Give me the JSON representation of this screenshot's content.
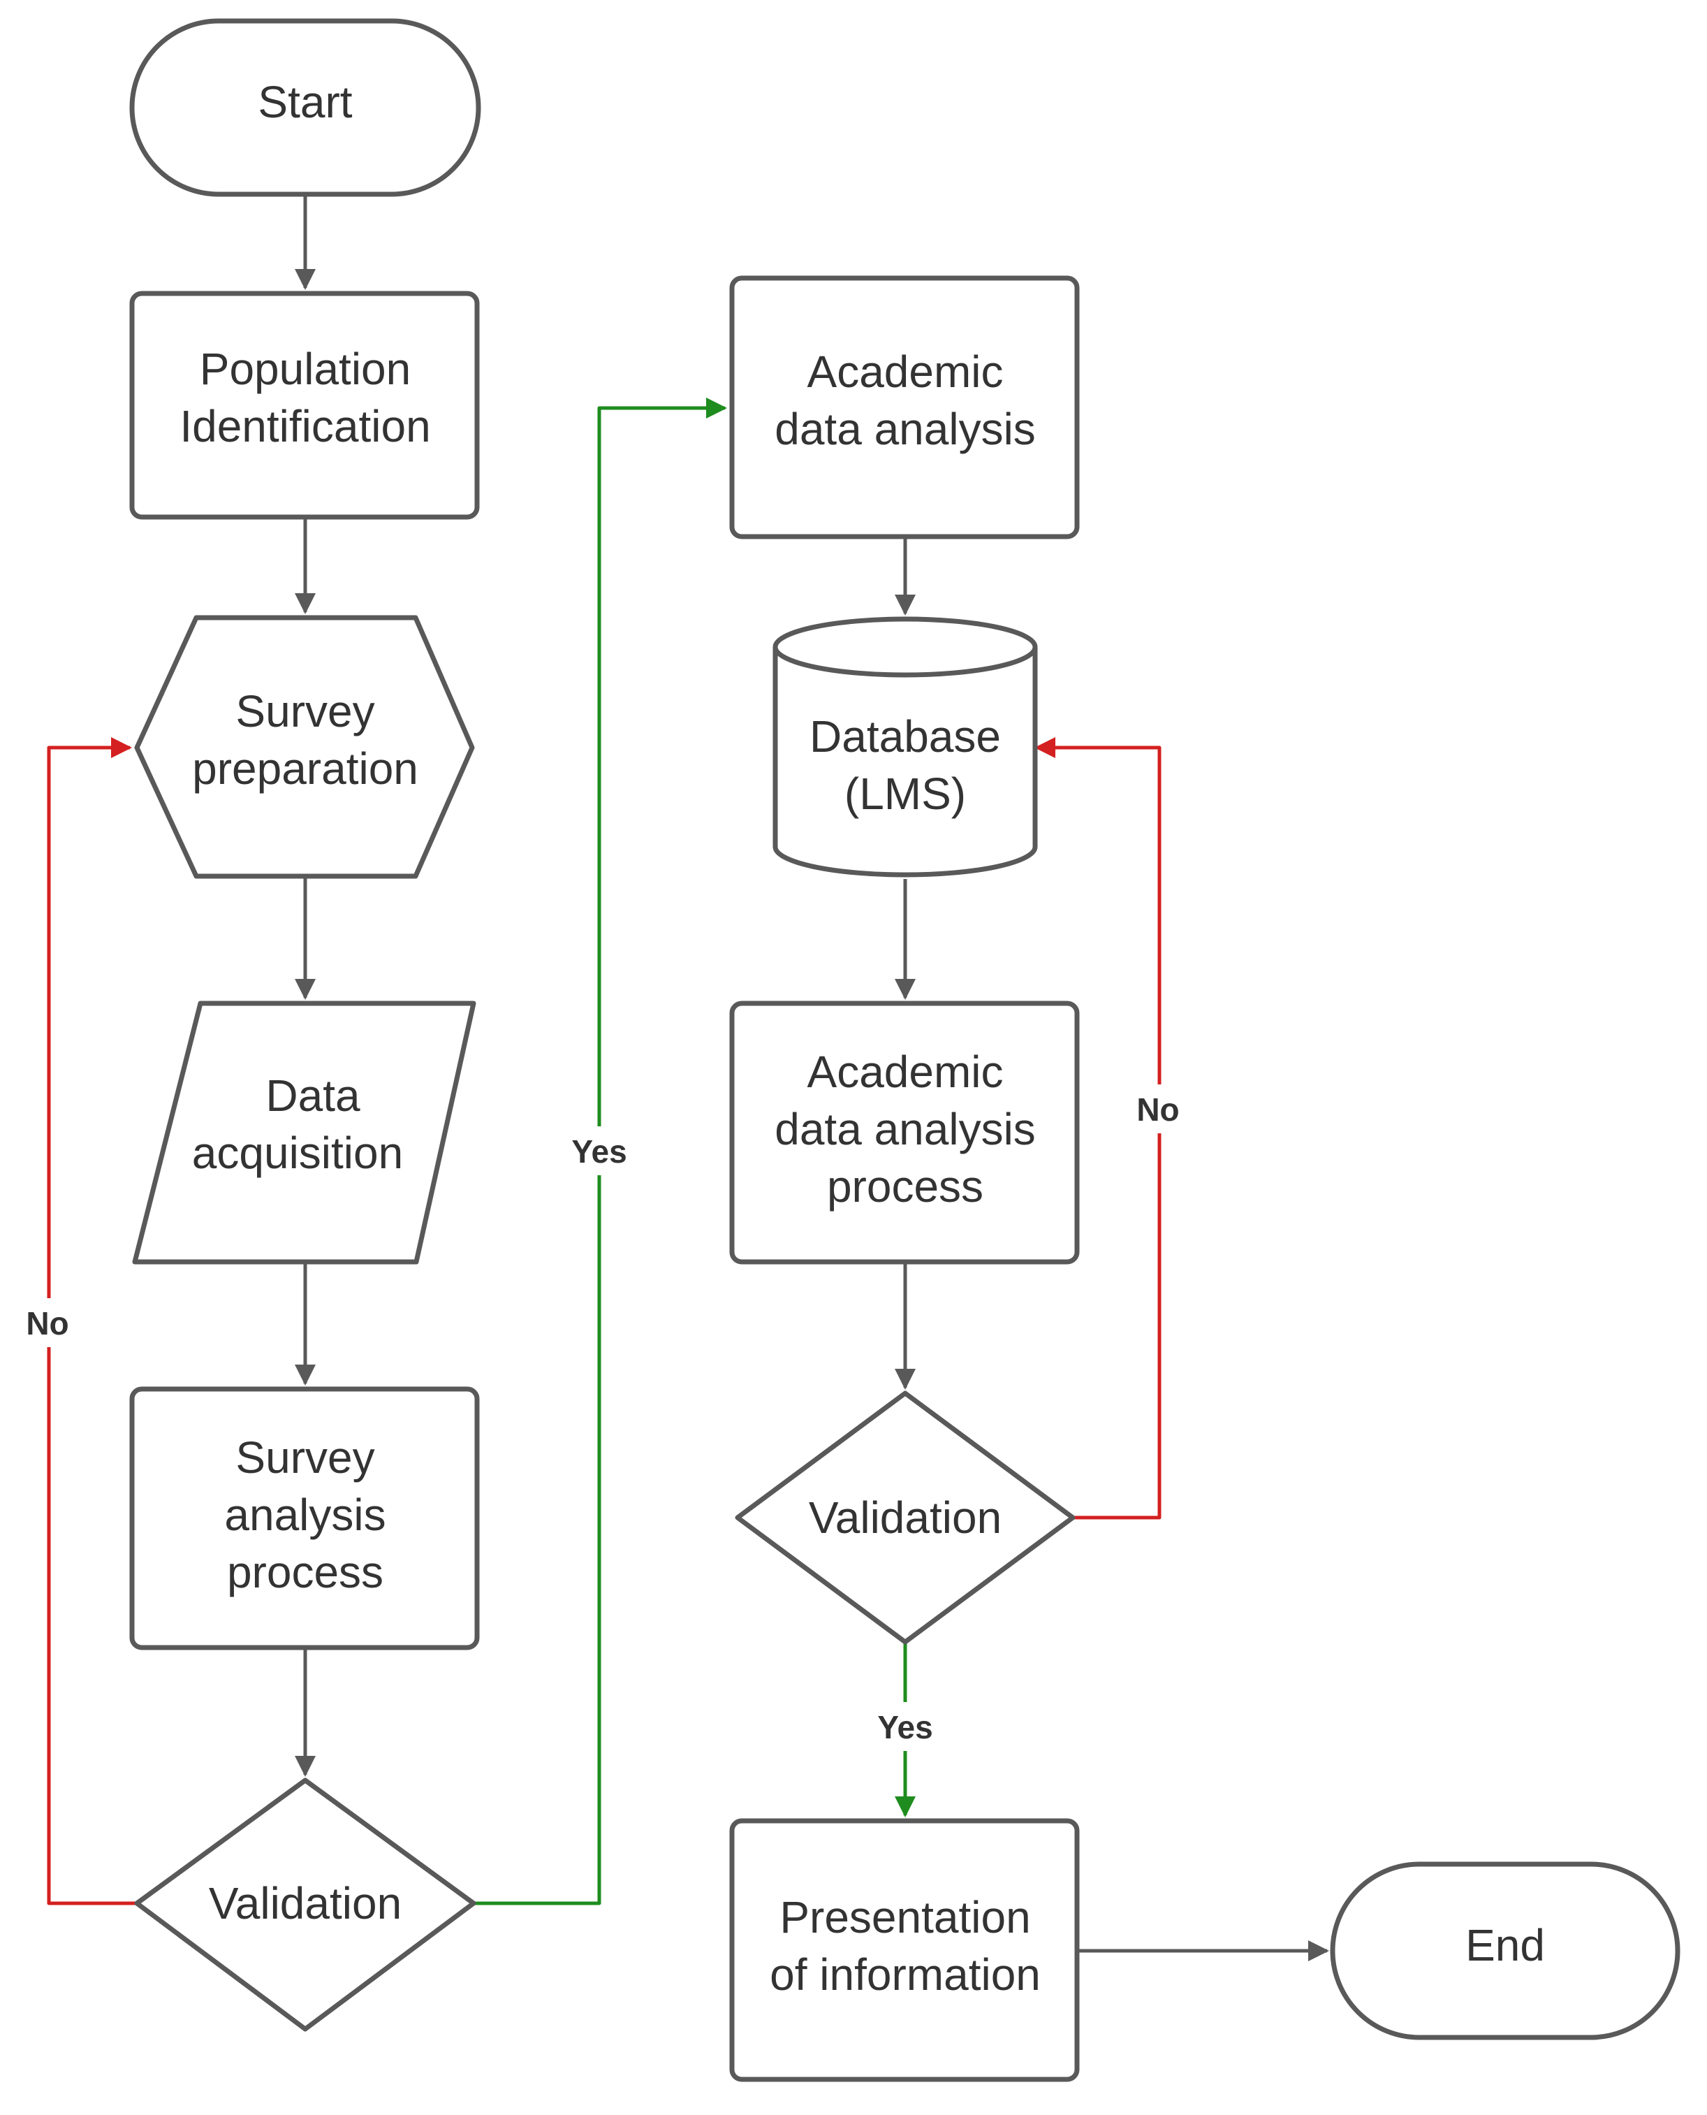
{
  "colors": {
    "shape_stroke": "#595959",
    "text": "#333333",
    "arrow_default": "#595959",
    "arrow_yes": "#1e8c1e",
    "arrow_no": "#d42020"
  },
  "nodes": {
    "start": "Start",
    "population_identification": [
      "Population",
      "Identification"
    ],
    "survey_preparation": [
      "Survey",
      "preparation"
    ],
    "data_acquisition": [
      "Data",
      "acquisition"
    ],
    "survey_analysis_process": [
      "Survey",
      "analysis",
      "process"
    ],
    "validation_1": "Validation",
    "academic_data_analysis": [
      "Academic",
      "data analysis"
    ],
    "database_lms": [
      "Database",
      "(LMS)"
    ],
    "academic_data_analysis_process": [
      "Academic",
      "data analysis",
      "process"
    ],
    "validation_2": "Validation",
    "presentation_of_information": [
      "Presentation",
      "of information"
    ],
    "end": "End"
  },
  "edge_labels": {
    "no_left": "No",
    "yes_middle": "Yes",
    "no_right": "No",
    "yes_bottom": "Yes"
  }
}
